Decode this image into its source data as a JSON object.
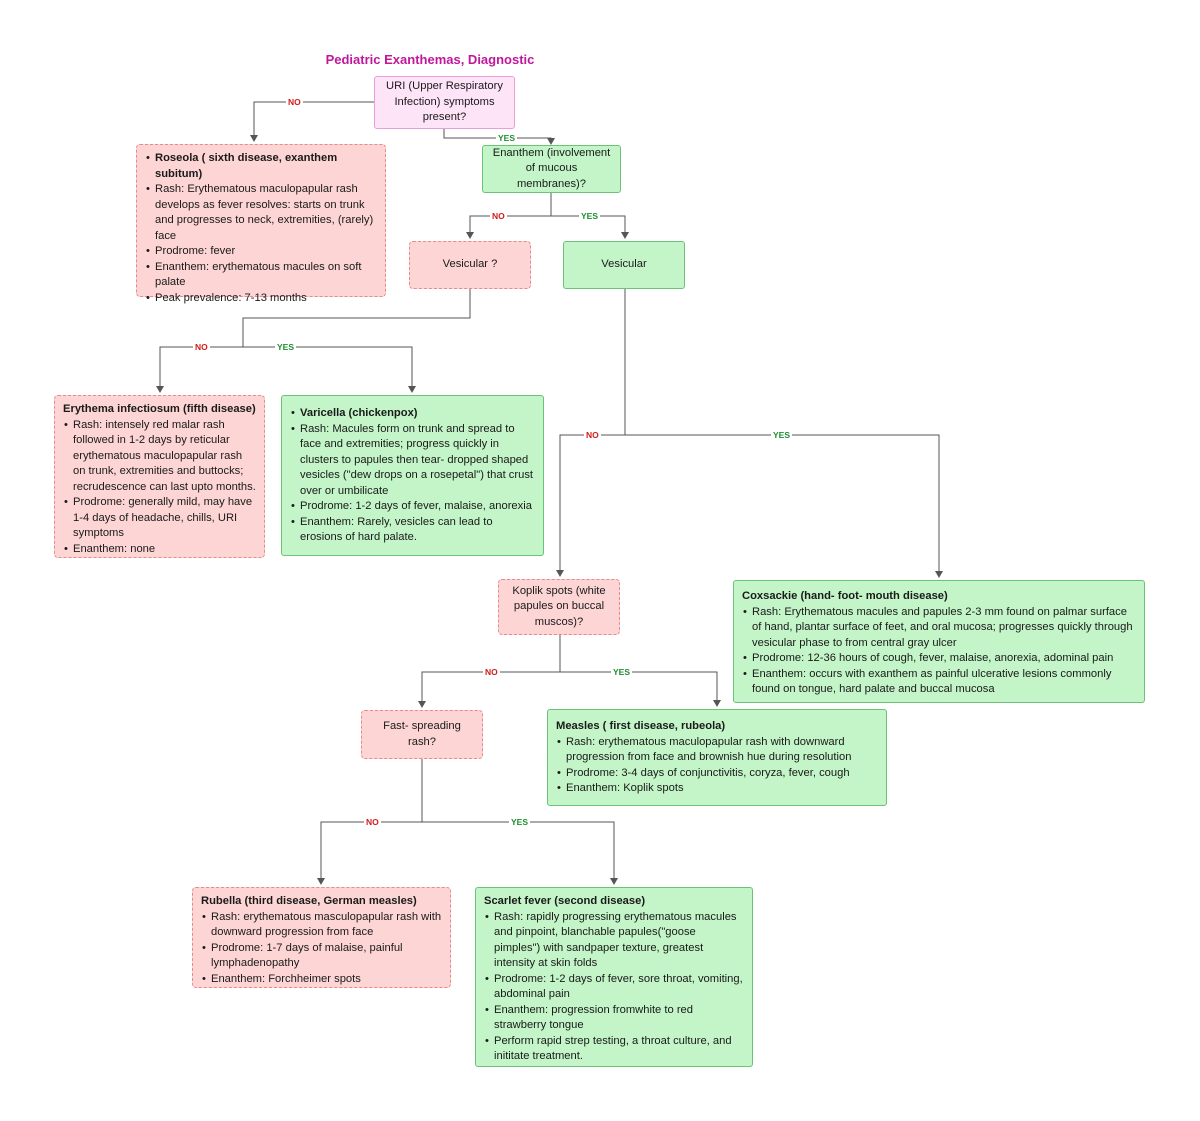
{
  "title": "Pediatric Exanthemas, Diagnostic",
  "colors": {
    "title": "#c0179b",
    "no_label": "#d11a1a",
    "yes_label": "#1c8f2e",
    "green_fill": "#c3f5c8",
    "red_fill": "#fdd5d5",
    "start_fill": "#fde4f7",
    "edge": "#555555"
  },
  "labels": {
    "no": "NO",
    "yes": "YES"
  },
  "nodes": {
    "uri": {
      "text": "URI (Upper Respiratory Infection) symptoms present?"
    },
    "enanthem": {
      "text": "Enanthem (involvement of mucous membranes)?"
    },
    "vesicular_q": {
      "text": "Vesicular ?"
    },
    "vesicular": {
      "text": "Vesicular"
    },
    "koplik": {
      "text": "Koplik spots (white papules on buccal muscos)?"
    },
    "fast_rash": {
      "text": "Fast- spreading rash?"
    },
    "roseola": {
      "title": "Roseola ( sixth disease, exanthem subitum)",
      "items": [
        "Rash: Erythematous maculopapular rash develops as fever resolves: starts on trunk and progresses to neck, extremities, (rarely) face",
        "Prodrome: fever",
        "Enanthem: erythematous macules on soft palate",
        "Peak prevalence: 7-13 months"
      ]
    },
    "erythema": {
      "title": "Erythema infectiosum (fifth disease)",
      "items": [
        "Rash: intensely red malar rash followed in 1-2 days by reticular erythematous maculopapular rash on trunk, extremities and buttocks; recrudescence can last upto months.",
        "Prodrome: generally mild, may have 1-4 days of headache, chills, URI symptoms",
        "Enanthem: none"
      ]
    },
    "varicella": {
      "title": "Varicella (chickenpox)",
      "items": [
        "Rash: Macules form on trunk and spread to face and extremities; progress quickly in clusters to papules then tear- dropped shaped vesicles (\"dew drops on a rosepetal\") that crust over or umbilicate",
        "Prodrome: 1-2 days of fever, malaise, anorexia",
        "Enanthem: Rarely, vesicles can lead to erosions of hard palate."
      ]
    },
    "coxsackie": {
      "title": "Coxsackie (hand- foot- mouth disease)",
      "items": [
        " Rash: Erythematous macules and papules 2-3 mm found on palmar surface of hand, plantar surface of feet, and oral mucosa; progresses quickly through vesicular phase to from central gray ulcer",
        "Prodrome: 12-36 hours of cough, fever, malaise, anorexia, adominal pain",
        "Enanthem: occurs with exanthem as painful ulcerative lesions commonly found on tongue, hard palate and buccal mucosa"
      ]
    },
    "measles": {
      "title": "Measles ( first disease, rubeola)",
      "items": [
        "Rash: erythematous maculopapular rash with downward progression from face and brownish hue during resolution",
        "Prodrome: 3-4 days of conjunctivitis, coryza, fever, cough",
        "Enanthem: Koplik spots"
      ]
    },
    "rubella": {
      "title": "Rubella (third disease, German measles)",
      "items": [
        "Rash: erythematous masculopapular rash with downward progression from face",
        "Prodrome: 1-7 days of malaise, painful lymphadenopathy",
        "Enanthem: Forchheimer spots"
      ]
    },
    "scarlet": {
      "title": "Scarlet fever (second disease)",
      "items": [
        "Rash: rapidly progressing erythematous macules and pinpoint, blanchable papules(\"goose pimples\") with sandpaper texture, greatest intensity at skin folds",
        "Prodrome: 1-2 days of fever, sore throat, vomiting, abdominal pain",
        "Enanthem: progression fromwhite to red strawberry tongue",
        "Perform rapid strep testing, a throat culture, and inititate treatment."
      ]
    }
  }
}
